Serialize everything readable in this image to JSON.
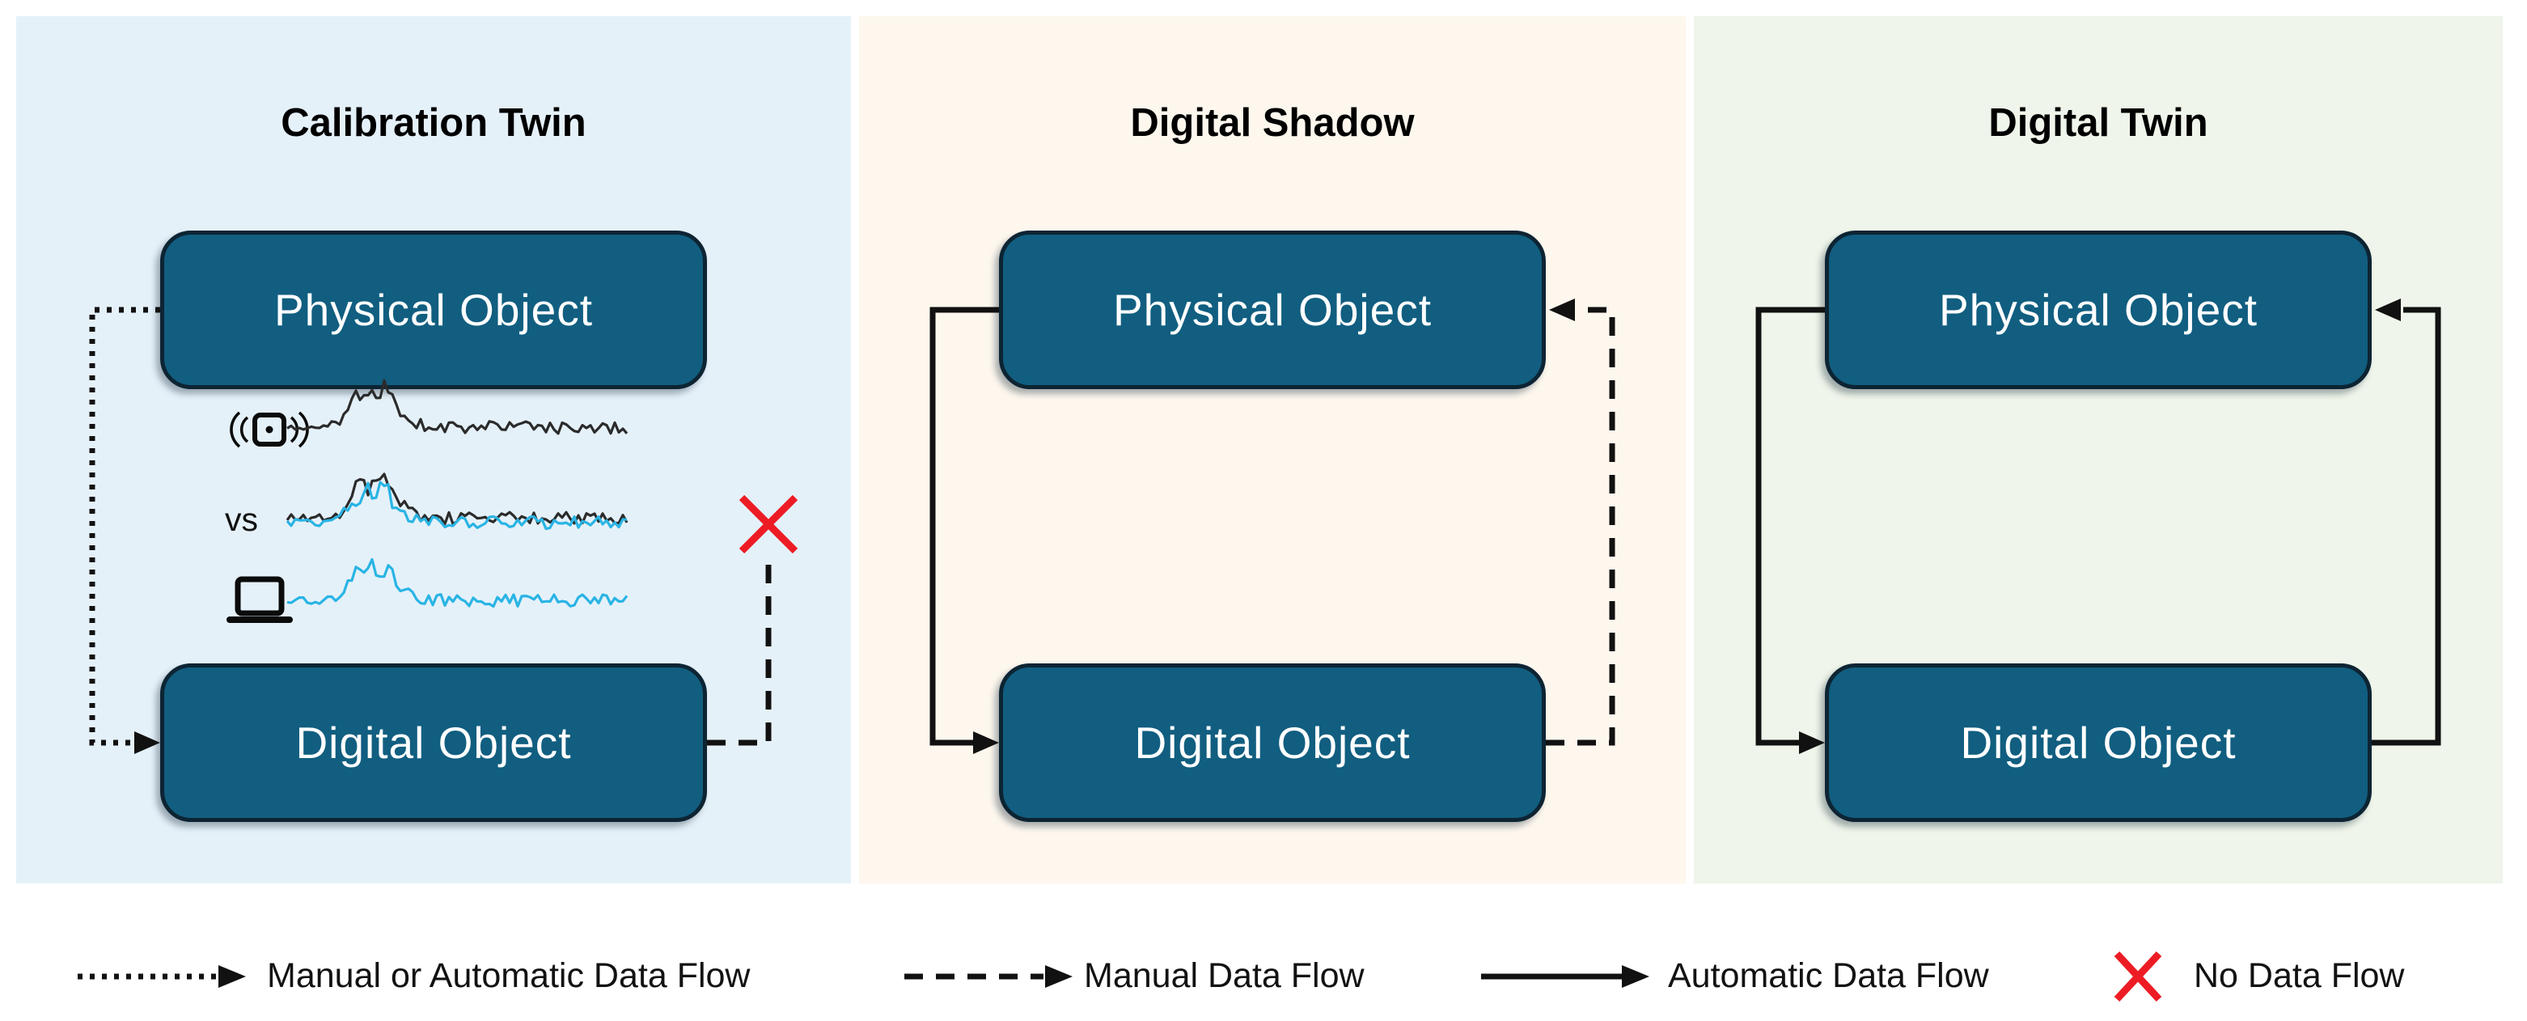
{
  "panels": [
    {
      "id": "calibration-twin",
      "title": "Calibration Twin",
      "bg": "#e5f1f9",
      "physical_label": "Physical Object",
      "digital_label": "Digital Object",
      "vs_label": "vs",
      "flows": {
        "physical_to_digital": "manual-or-automatic (dotted arrow)",
        "digital_to_physical": "no-data-flow (dashed line blocked by red cross)"
      }
    },
    {
      "id": "digital-shadow",
      "title": "Digital Shadow",
      "bg": "#fdf7ee",
      "physical_label": "Physical Object",
      "digital_label": "Digital Object",
      "flows": {
        "physical_to_digital": "automatic (solid arrow)",
        "digital_to_physical": "manual (dashed arrow)"
      }
    },
    {
      "id": "digital-twin",
      "title": "Digital Twin",
      "bg": "#eff5ea",
      "physical_label": "Physical Object",
      "digital_label": "Digital Object",
      "flows": {
        "physical_to_digital": "automatic (solid arrow)",
        "digital_to_physical": "automatic (solid arrow)"
      }
    }
  ],
  "legend": [
    {
      "style": "dotted-arrow",
      "label": "Manual or Automatic Data Flow"
    },
    {
      "style": "dashed-arrow",
      "label": "Manual Data Flow"
    },
    {
      "style": "solid-arrow",
      "label": "Automatic Data Flow"
    },
    {
      "style": "red-cross",
      "label": "No Data Flow"
    }
  ],
  "icons": {
    "sensor": "sensor-signal-icon",
    "laptop": "laptop-icon",
    "cross": "no-data-flow-cross"
  },
  "colors": {
    "box_fill": "#115e80",
    "box_border": "#0d2433",
    "arrow": "#111111",
    "cross_red": "#ed1c24",
    "wave_black": "#2b2b2b",
    "wave_cyan": "#29b4e4"
  }
}
